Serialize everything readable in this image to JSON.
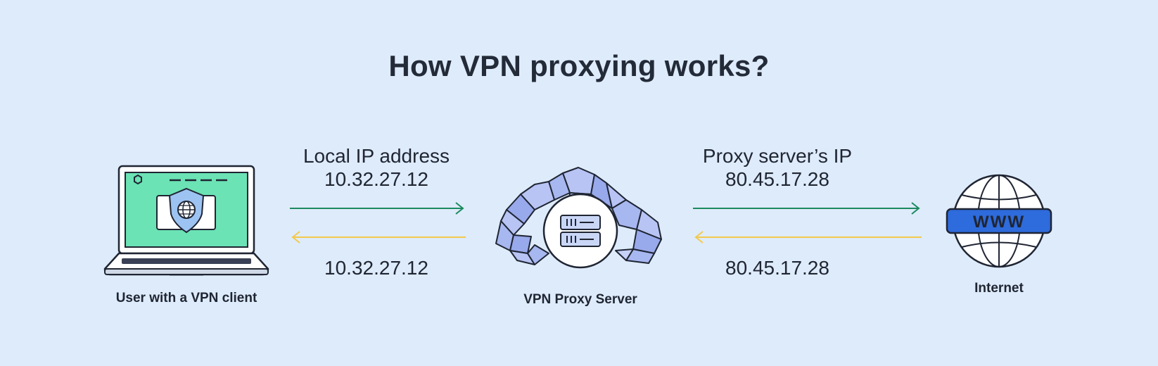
{
  "title": "How VPN proxying works?",
  "left_link": {
    "label": "Local IP address",
    "outgoing_ip": "10.32.27.12",
    "return_ip": "10.32.27.12"
  },
  "right_link": {
    "label": "Proxy server’s IP",
    "outgoing_ip": "80.45.17.28",
    "return_ip": "80.45.17.28"
  },
  "nodes": {
    "user": {
      "caption": "User with a VPN client"
    },
    "server": {
      "caption": "VPN Proxy Server"
    },
    "internet": {
      "caption": "Internet",
      "badge": "WWW"
    }
  },
  "colors": {
    "background": "#deebfa",
    "outgoing_arrow": "#1b8a5f",
    "return_arrow": "#f2c94c",
    "laptop_screen": "#6be3b5",
    "shield": "#9cc3f2",
    "cloud": "#a7b7f0",
    "www_badge": "#2e6bdc"
  }
}
